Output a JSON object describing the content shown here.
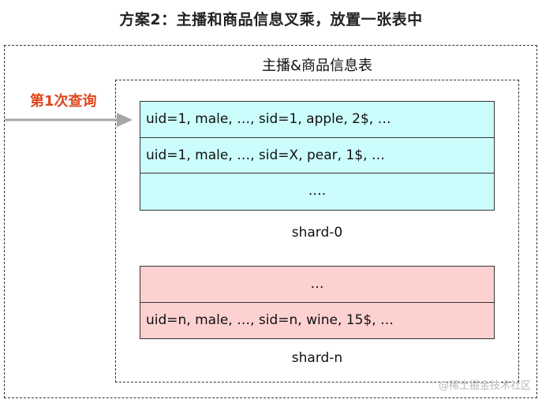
{
  "title": "方案2：主播和商品信息叉乘，放置一张表中",
  "table_title": "主播&商品信息表",
  "query_label": "第1次查询",
  "shards": [
    {
      "label": "shard-0",
      "rows": [
        "uid=1, male, …, sid=1, apple, 2$, …",
        "uid=1, male, …, sid=X, pear, 1$, …",
        "…."
      ]
    },
    {
      "label": "shard-n",
      "rows": [
        "…",
        "uid=n, male, …, sid=n, wine, 15$, …"
      ]
    }
  ],
  "watermark": "@稀土掘金技术社区",
  "colors": {
    "shard_0_fill": "#ccfdfd",
    "shard_n_fill": "#fed1d1",
    "query_label": "#e0461c",
    "arrow": "#a6a6a6"
  }
}
